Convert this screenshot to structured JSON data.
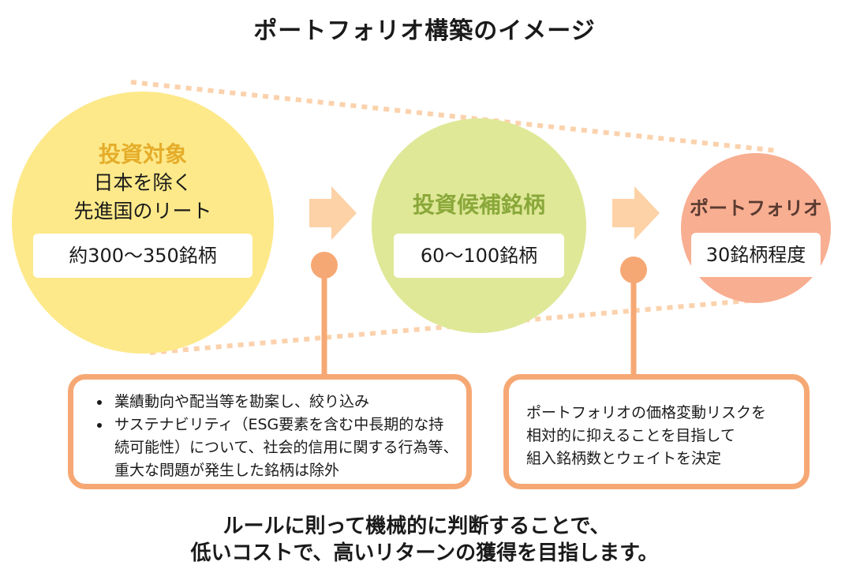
{
  "title": "ポートフォリオ構築のイメージ",
  "stages": [
    {
      "heading": "投資対象",
      "lines": [
        "日本を除く",
        "先進国のリート"
      ],
      "count": "約300～350銘柄",
      "color": "#fde98a"
    },
    {
      "heading": "投資候補銘柄",
      "count": "60～100銘柄",
      "color": "#dfe897"
    },
    {
      "heading": "ポートフォリオ",
      "count": "30銘柄程度",
      "color": "#f8ae91"
    }
  ],
  "notes": [
    {
      "bullets": [
        "業績動向や配当等を勘案し、絞り込み",
        "サステナビリティ（ESG要素を含む中長期的な持続可能性）について、社会的信用に関する行為等、重大な問題が発生した銘柄は除外"
      ]
    },
    {
      "lines": [
        "ポートフォリオの価格変動リスクを",
        "相対的に抑えることを目指して",
        "組入銘柄数とウェイトを決定"
      ]
    }
  ],
  "footer": {
    "line1": "ルールに則って機械的に判断することで、",
    "line2": "低いコストで、高いリターンの獲得を目指します。"
  },
  "colors": {
    "accent_orange": "#f6a874",
    "arrow": "#fdd2a6",
    "dots": "#fbd2ad"
  }
}
